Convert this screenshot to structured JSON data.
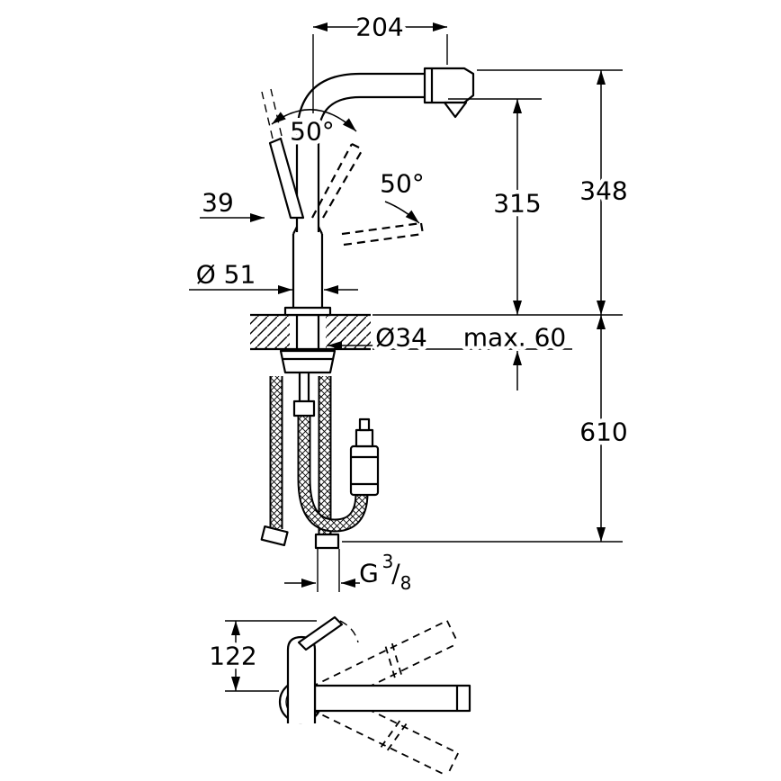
{
  "page": {
    "background": "#ffffff",
    "ink": "#000000"
  },
  "side_view": {
    "dim_top_width": "204",
    "dim_angle_upper": "50°",
    "dim_angle_lower": "50°",
    "dim_lever_width": "39",
    "dim_spout_height": "315",
    "dim_total_height": "348",
    "dim_base_diameter": "Ø 51",
    "dim_hole_diameter": "Ø34",
    "dim_deck_thickness": "max. 60",
    "dim_below_deck": "610",
    "thread": {
      "prefix": "G",
      "numerator": "3",
      "slash": "/",
      "denominator": "8"
    }
  },
  "front_view": {
    "dim_height": "122"
  }
}
